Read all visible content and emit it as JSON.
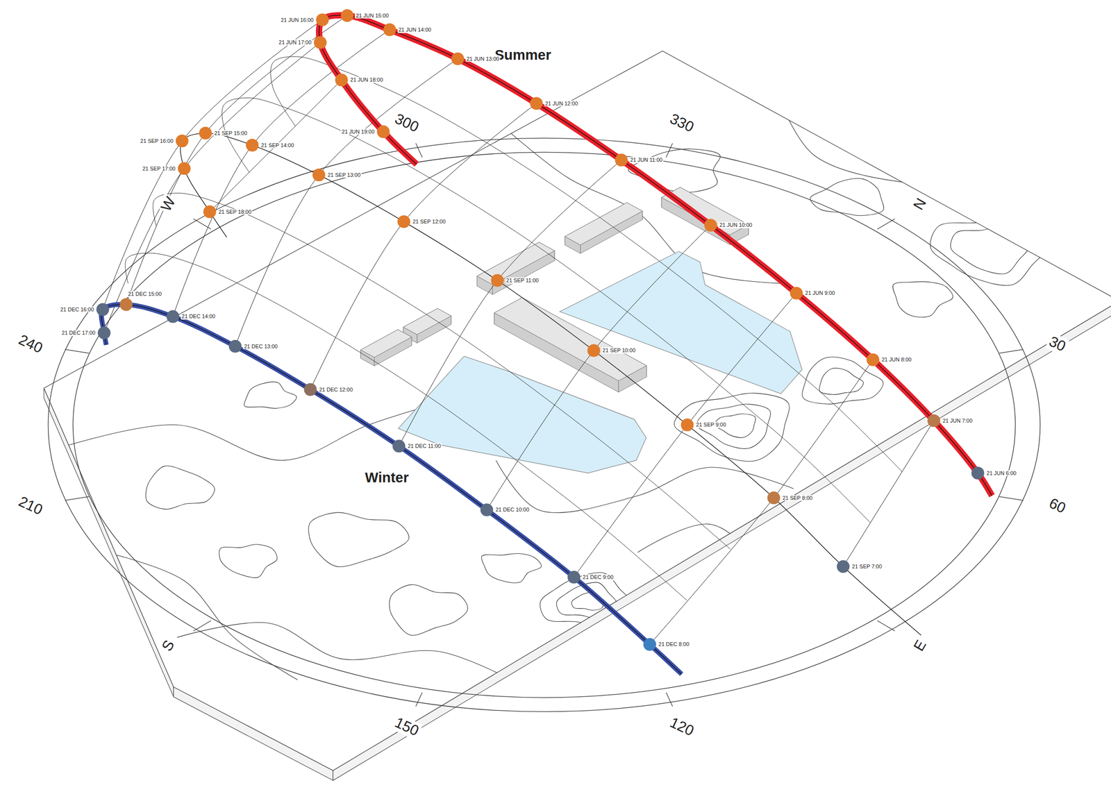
{
  "diagram": {
    "labels": [
      "Summer",
      "Winter",
      "300",
      "330",
      "N",
      "30",
      "60",
      "E",
      "120",
      "150",
      "S",
      "210",
      "240",
      "W",
      "21 JUN 6:00",
      "21 JUN 7:00",
      "21 JUN 8:00",
      "21 JUN 9:00",
      "21 JUN 10:00",
      "21 JUN 11:00",
      "21 JUN 12:00",
      "21 JUN 13:00",
      "21 JUN 14:00",
      "21 JUN 15:00",
      "21 JUN 16:00",
      "21 JUN 17:00",
      "21 JUN 18:00",
      "21 JUN 19:00",
      "21 SEP 7:00",
      "21 SEP 8:00",
      "21 SEP 9:00",
      "21 SEP 10:00",
      "21 SEP 11:00",
      "21 SEP 12:00",
      "21 SEP 13:00",
      "21 SEP 14:00",
      "21 SEP 15:00",
      "21 SEP 16:00",
      "21 SEP 17:00",
      "21 SEP 18:00",
      "21 DEC 8:00",
      "21 DEC 9:00",
      "21 DEC 10:00",
      "21 DEC 11:00",
      "21 DEC 12:00",
      "21 DEC 13:00",
      "21 DEC 14:00",
      "21 DEC 15:00",
      "21 DEC 16:00",
      "21 DEC 17:00"
    ]
  }
}
